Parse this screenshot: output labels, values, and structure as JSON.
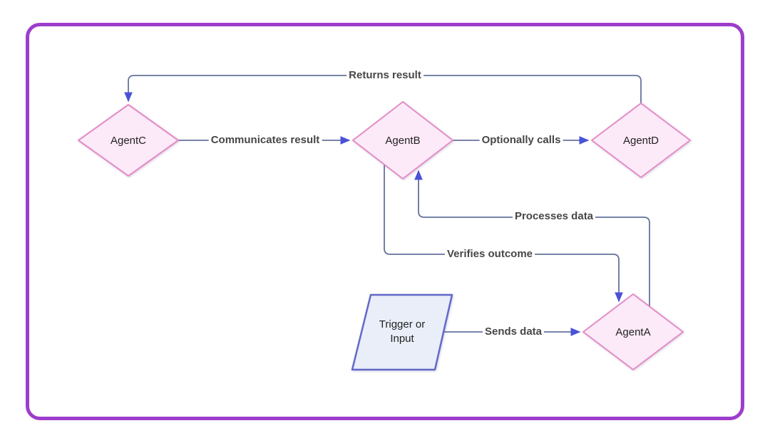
{
  "diagram": {
    "type": "flowchart",
    "nodes": [
      {
        "id": "agentC",
        "shape": "diamond",
        "label": "AgentC"
      },
      {
        "id": "agentB",
        "shape": "diamond",
        "label": "AgentB"
      },
      {
        "id": "agentD",
        "shape": "diamond",
        "label": "AgentD"
      },
      {
        "id": "agentA",
        "shape": "diamond",
        "label": "AgentA"
      },
      {
        "id": "trigger",
        "shape": "parallelogram",
        "label": "Trigger or Input",
        "label_line1": "Trigger or",
        "label_line2": "Input"
      }
    ],
    "edges": [
      {
        "from": "AgentD",
        "to": "AgentC",
        "label": "Returns result"
      },
      {
        "from": "AgentC",
        "to": "AgentB",
        "label": "Communicates result"
      },
      {
        "from": "AgentB",
        "to": "AgentD",
        "label": "Optionally calls"
      },
      {
        "from": "AgentA",
        "to": "AgentB",
        "label": "Processes data"
      },
      {
        "from": "AgentB",
        "to": "AgentA",
        "label": "Verifies outcome"
      },
      {
        "from": "Trigger or Input",
        "to": "AgentA",
        "label": "Sends data"
      }
    ],
    "colors": {
      "frame_border": "#9d3dcb",
      "diamond_fill": "#fdeaf8",
      "diamond_stroke": "#e48cc7",
      "parallelogram_fill": "#e9eef9",
      "parallelogram_stroke": "#6269c9",
      "edge_line": "#64739c",
      "arrowhead": "#4a52d8",
      "edge_label_text": "#474747",
      "node_label_text": "#222222"
    }
  }
}
